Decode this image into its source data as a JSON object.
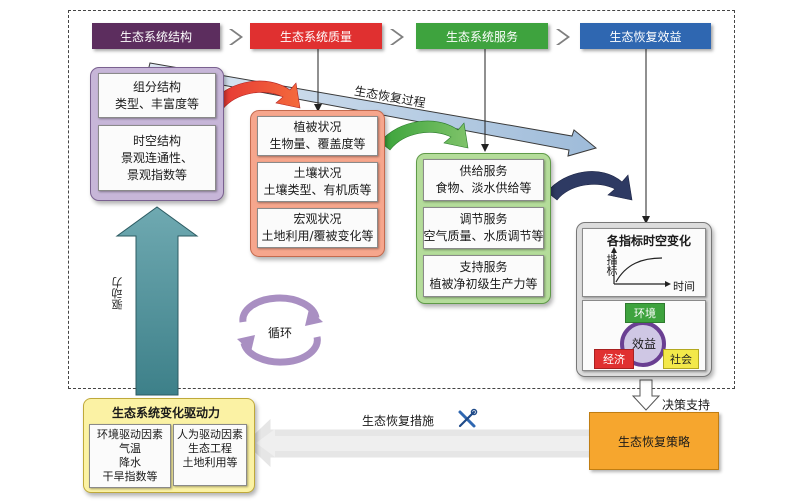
{
  "headers": [
    {
      "label": "生态系统结构",
      "color": "#5c2d5e"
    },
    {
      "label": "生态系统质量",
      "color": "#e03030"
    },
    {
      "label": "生态系统服务",
      "color": "#3ea33e"
    },
    {
      "label": "生态恢复效益",
      "color": "#2f67b1"
    }
  ],
  "structure_panel": {
    "box1": {
      "line1": "组分结构",
      "line2": "类型、丰富度等"
    },
    "box2": {
      "line1": "时空结构",
      "line2": "景观连通性、",
      "line3": "景观指数等"
    }
  },
  "quality_panel": {
    "box1": {
      "line1": "植被状况",
      "line2": "生物量、覆盖度等"
    },
    "box2": {
      "line1": "土壤状况",
      "line2": "土壤类型、有机质等"
    },
    "box3": {
      "line1": "宏观状况",
      "line2": "土地利用/覆被变化等"
    }
  },
  "service_panel": {
    "box1": {
      "line1": "供给服务",
      "line2": "食物、淡水供给等"
    },
    "box2": {
      "line1": "调节服务",
      "line2": "空气质量、水质调节等"
    },
    "box3": {
      "line1": "支持服务",
      "line2": "植被净初级生产力等"
    }
  },
  "benefit_panel": {
    "title": "各指标时空变化",
    "y_axis": "指标",
    "x_axis": "时间",
    "center": "效益",
    "environment": "环境",
    "economy": "经济",
    "society": "社会"
  },
  "labels": {
    "restoration_process": "生态恢复过程",
    "cycle": "循环",
    "driving_force": "驱动力",
    "decision_support": "决策支持",
    "restoration_measures": "生态恢复措施"
  },
  "driver_panel": {
    "title": "生态系统变化驱动力",
    "env": {
      "line1": "环境驱动因素",
      "line2": "气温",
      "line3": "降水",
      "line4": "干旱指数等"
    },
    "human": {
      "line1": "人为驱动因素",
      "line2": "生态工程",
      "line3": "土地利用等"
    }
  },
  "strategy": {
    "label": "生态恢复策略"
  }
}
